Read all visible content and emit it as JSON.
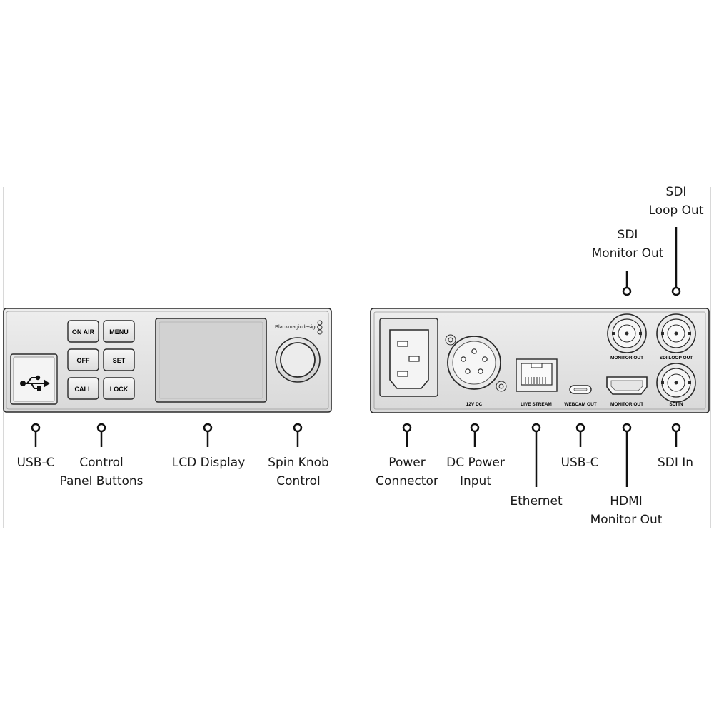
{
  "front_panel": {
    "brand": "Blackmagicdesign",
    "buttons": [
      "ON AIR",
      "MENU",
      "OFF",
      "SET",
      "CALL",
      "LOCK"
    ]
  },
  "rear_panel": {
    "port_labels": {
      "dc": "12V DC",
      "ethernet": "LIVE STREAM",
      "webcam": "WEBCAM OUT",
      "hdmi": "MONITOR OUT",
      "sdi_monitor": "MONITOR OUT",
      "sdi_loop": "SDI LOOP OUT",
      "sdi_in": "SDI IN"
    }
  },
  "callouts": {
    "usb_c_front": [
      "USB-C"
    ],
    "control_panel_buttons": [
      "Control",
      "Panel Buttons"
    ],
    "lcd_display": [
      "LCD Display"
    ],
    "spin_knob": [
      "Spin Knob",
      "Control"
    ],
    "power_connector": [
      "Power",
      "Connector"
    ],
    "dc_power_input": [
      "DC Power",
      "Input"
    ],
    "ethernet": [
      "Ethernet"
    ],
    "usb_c_rear": [
      "USB-C"
    ],
    "hdmi_monitor_out": [
      "HDMI",
      "Monitor Out"
    ],
    "sdi_in": [
      "SDI In"
    ],
    "sdi_monitor_out": [
      "SDI",
      "Monitor Out"
    ],
    "sdi_loop_out": [
      "SDI",
      "Loop Out"
    ]
  }
}
